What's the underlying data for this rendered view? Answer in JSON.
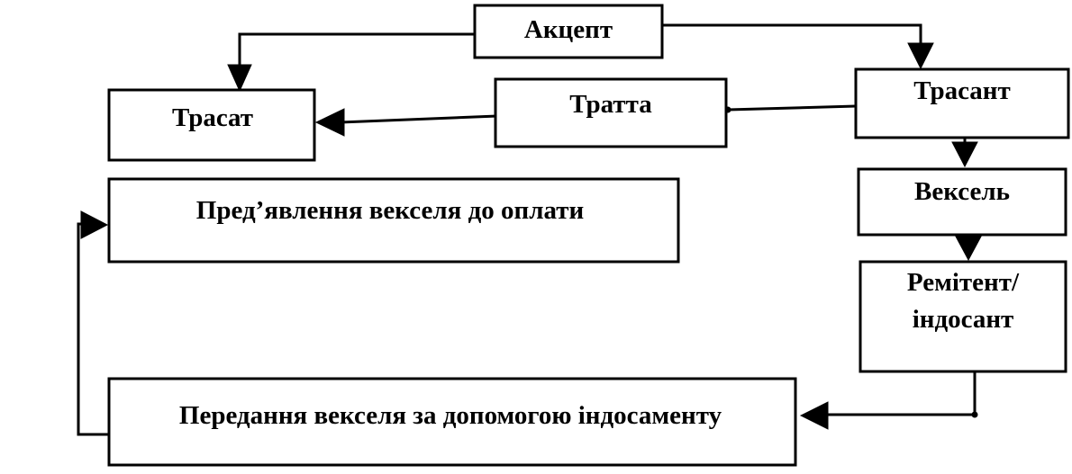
{
  "nodes": {
    "aktsept": {
      "label": "Акцепт"
    },
    "trasat": {
      "label": "Трасат"
    },
    "tratta": {
      "label": "Тратта"
    },
    "trasant": {
      "label": "Трасант"
    },
    "veksel": {
      "label": "Вексель"
    },
    "remitent": {
      "line1": "Ремітент/",
      "line2": "індосант"
    },
    "presentation": {
      "label": "Пред’явлення векселя до оплати"
    },
    "transfer": {
      "label": "Передання векселя за допомогою індосаменту"
    }
  },
  "colors": {
    "stroke": "#000000",
    "fill": "#ffffff",
    "text": "#000000"
  }
}
